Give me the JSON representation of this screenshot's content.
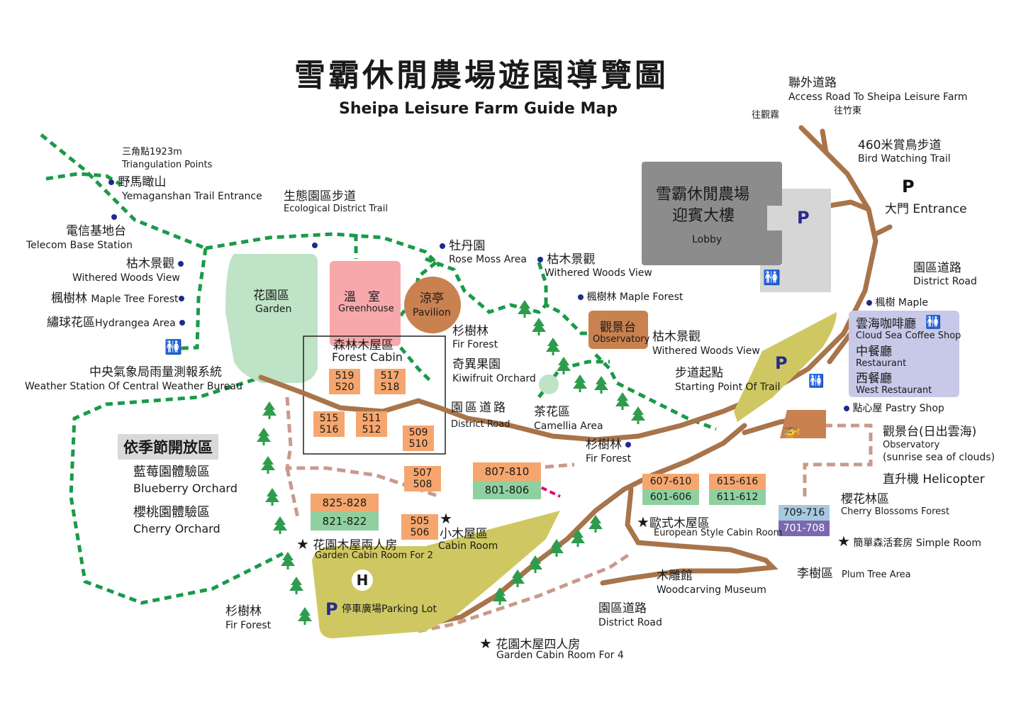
{
  "title": {
    "zh": "雪霸休閒農場遊園導覽圖",
    "en": "Sheipa Leisure Farm Guide Map"
  },
  "access_road": {
    "zh": "聯外道路",
    "en": "Access Road To Sheipa Leisure Farm",
    "to_guanwu": "往觀霧",
    "to_zhudong": "往竹東"
  },
  "bird_trail": {
    "zh": "460米賞鳥步道",
    "en": "Bird Watching Trail"
  },
  "entrance": {
    "p": "P",
    "label": "大門 Entrance"
  },
  "lobby": {
    "zh1": "雪霸休閒農場",
    "zh2": "迎賓大樓",
    "en": "Lobby",
    "p": "P"
  },
  "district_road_right": {
    "zh": "園區道路",
    "en": "District Road"
  },
  "maple": "楓樹 Maple",
  "restaurants": {
    "coffee_zh": "雲海咖啡廳",
    "coffee_en": "Cloud Sea Coffee Shop",
    "rest_zh": "中餐廳",
    "rest_en": "Restaurant",
    "west_zh": "西餐廳",
    "west_en": "West Restaurant"
  },
  "pastry": "點心屋 Pastry Shop",
  "observatory_sun": {
    "zh": "觀景台(日出雲海)",
    "en1": "Observatory",
    "en2": "(sunrise sea of clouds)"
  },
  "helicopter": "直升機 Helicopter",
  "cherry_forest": {
    "zh": "櫻花林區",
    "en": "Cherry Blossoms Forest"
  },
  "simple_room": {
    "label": "簡單森活套房 Simple Room",
    "top": "709-716",
    "bottom": "701-708"
  },
  "plum": {
    "zh": "李樹區",
    "en": "Plum Tree Area"
  },
  "woodcarving": {
    "zh": "木雕館",
    "en": "Woodcarving Museum"
  },
  "district_road_bottom": {
    "zh": "園區道路",
    "en": "District Road"
  },
  "garden_cabin_4": {
    "zh": "花園木屋四人房",
    "en": "Garden Cabin Room For 4"
  },
  "european": {
    "zh": "歐式木屋區",
    "en": "European Style Cabin Room",
    "c1_top": "607-610",
    "c1_bottom": "601-606",
    "c2_top": "615-616",
    "c2_bottom": "611-612"
  },
  "trail_start": {
    "zh": "步道起點",
    "en": "Starting Point Of Trail"
  },
  "withered_mid": {
    "zh": "枯木景觀",
    "en": "Withered Woods View"
  },
  "observatory": {
    "zh": "觀景台",
    "en": "Observatory"
  },
  "maple_forest": "楓樹林 Maple Forest",
  "withered_top": {
    "zh": "枯木景觀",
    "en": "Withered Woods View"
  },
  "rose_moss": {
    "zh": "牡丹園",
    "en": "Rose Moss Area"
  },
  "fir_mid": {
    "zh": "杉樹林",
    "en": "Fir Forest"
  },
  "kiwi": {
    "zh": "奇異果園",
    "en": "Kiwifruit Orchard"
  },
  "camellia": {
    "zh": "茶花區",
    "en": "Camellia Area"
  },
  "fir_right": {
    "zh": "杉樹林",
    "en": "Fir Forest"
  },
  "district_road_mid": {
    "zh": "園區道路",
    "en": "District Road"
  },
  "pavilion": {
    "zh": "涼亭",
    "en": "Pavilion"
  },
  "greenhouse": {
    "zh": "溫　室",
    "en": "Greenhouse"
  },
  "garden": {
    "zh": "花園區",
    "en": "Garden"
  },
  "eco_trail": {
    "zh": "生態園區步道",
    "en": "Ecological District Trail"
  },
  "triangulation": {
    "zh": "三角點1923m",
    "en": "Triangulation Points"
  },
  "yemaganshan": {
    "zh": "野馬瞰山",
    "en": "Yemaganshan Trail Entrance"
  },
  "telecom": {
    "zh": "電信基地台",
    "en": "Telecom Base Station"
  },
  "withered_left": {
    "zh": "枯木景觀",
    "en": "Withered Woods View"
  },
  "maple_left": {
    "zh": "楓樹林",
    "en": "Maple Tree Forest"
  },
  "hydrangea": {
    "zh": "繡球花區",
    "en": "Hydrangea Area"
  },
  "weather": {
    "zh": "中央氣象局雨量測報系統",
    "en": "Weather Station Of Central Weather Bureau"
  },
  "seasonal": "依季節開放區",
  "blueberry": {
    "zh": "藍莓園體驗區",
    "en": "Blueberry Orchard"
  },
  "cherry_orchard": {
    "zh": "櫻桃園體驗區",
    "en": "Cherry Orchard"
  },
  "forest_cabin": {
    "zh": "森林木屋區",
    "en": "Forest Cabin",
    "rooms": [
      "519\n520",
      "517\n518",
      "515\n516",
      "511\n512",
      "509\n510"
    ]
  },
  "cabins": {
    "r507": "507\n508",
    "r505": "505\n506",
    "r825_top": "825-828",
    "r825_bottom": "821-822",
    "r807_top": "807-810",
    "r807_bottom": "801-806"
  },
  "cabin_room": {
    "zh": "小木屋區",
    "en": "Cabin Room"
  },
  "garden_cabin_2": {
    "zh": "花園木屋兩人房",
    "en": "Garden Cabin Room For 2"
  },
  "parking": {
    "h": "H",
    "p": "P",
    "label": "停車廣場Parking Lot"
  },
  "fir_left": {
    "zh": "杉樹林",
    "en": "Fir Forest"
  },
  "colors": {
    "green_trail": "#1a9a48",
    "road": "#a8744a",
    "pink_road": "#c99a8a",
    "cabin": "#f5a66e",
    "cabin_green": "#8fd0a0",
    "park": "#cfc862",
    "purple_box": "#c8c8e8"
  }
}
